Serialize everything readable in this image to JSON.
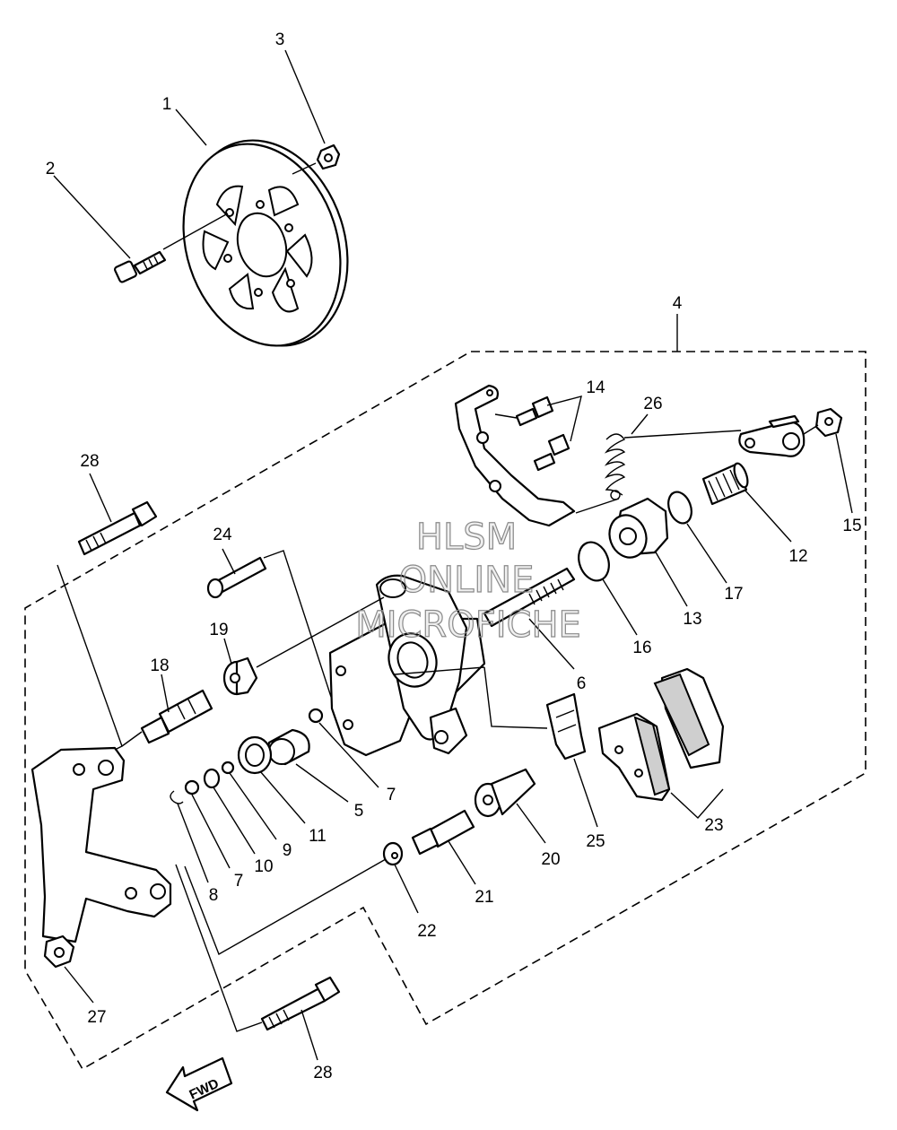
{
  "watermark": {
    "line1": "HLSM",
    "line2": "ONLINE",
    "line3": "MICROFICHE"
  },
  "direction_arrow": {
    "label": "FWD"
  },
  "callouts": [
    {
      "id": "c1",
      "text": "1"
    },
    {
      "id": "c2",
      "text": "2"
    },
    {
      "id": "c3",
      "text": "3"
    },
    {
      "id": "c4",
      "text": "4"
    },
    {
      "id": "c5",
      "text": "5"
    },
    {
      "id": "c6",
      "text": "6"
    },
    {
      "id": "c7a",
      "text": "7"
    },
    {
      "id": "c7b",
      "text": "7"
    },
    {
      "id": "c8",
      "text": "8"
    },
    {
      "id": "c9",
      "text": "9"
    },
    {
      "id": "c10",
      "text": "10"
    },
    {
      "id": "c11",
      "text": "11"
    },
    {
      "id": "c12",
      "text": "12"
    },
    {
      "id": "c13",
      "text": "13"
    },
    {
      "id": "c14",
      "text": "14"
    },
    {
      "id": "c15",
      "text": "15"
    },
    {
      "id": "c16",
      "text": "16"
    },
    {
      "id": "c17",
      "text": "17"
    },
    {
      "id": "c18",
      "text": "18"
    },
    {
      "id": "c19",
      "text": "19"
    },
    {
      "id": "c20",
      "text": "20"
    },
    {
      "id": "c21",
      "text": "21"
    },
    {
      "id": "c22",
      "text": "22"
    },
    {
      "id": "c23",
      "text": "23"
    },
    {
      "id": "c24",
      "text": "24"
    },
    {
      "id": "c25",
      "text": "25"
    },
    {
      "id": "c26",
      "text": "26"
    },
    {
      "id": "c27",
      "text": "27"
    },
    {
      "id": "c28a",
      "text": "28"
    },
    {
      "id": "c28b",
      "text": "28"
    }
  ]
}
